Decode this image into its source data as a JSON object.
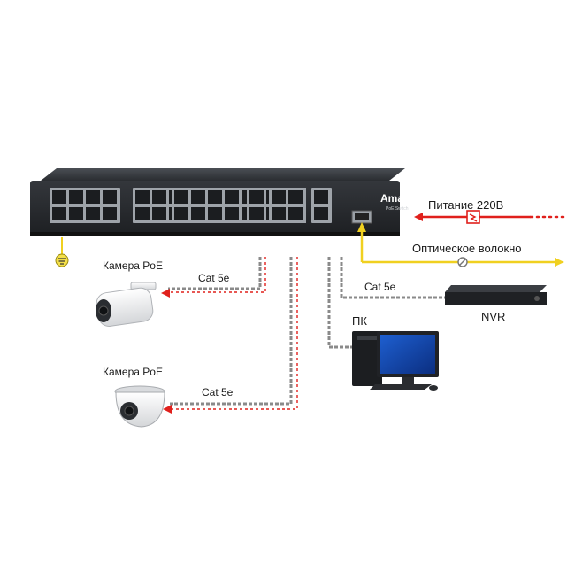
{
  "switch": {
    "brand": "Amatek",
    "model_text": "PoE Switch",
    "port_count_main": 24,
    "uplink_ports": 2,
    "sfp_ports": 1
  },
  "labels": {
    "power": "Питание 220В",
    "fiber": "Оптическое волокно",
    "camera1": "Камера PoE",
    "camera2": "Камера PoE",
    "cable1": "Cat 5e",
    "cable2": "Cat 5e",
    "cable3": "Cat 5e",
    "pc": "ПК",
    "nvr": "NVR"
  },
  "colors": {
    "power_line": "#e0201c",
    "fiber_line": "#f0d020",
    "poe_dash": "#e0201c",
    "cable": "#8a8a8a",
    "switch_body": "#2a2d31"
  },
  "icons": {
    "ground": "ground-icon",
    "power_break": "power-break-icon",
    "fiber_break": "fiber-break-icon"
  }
}
